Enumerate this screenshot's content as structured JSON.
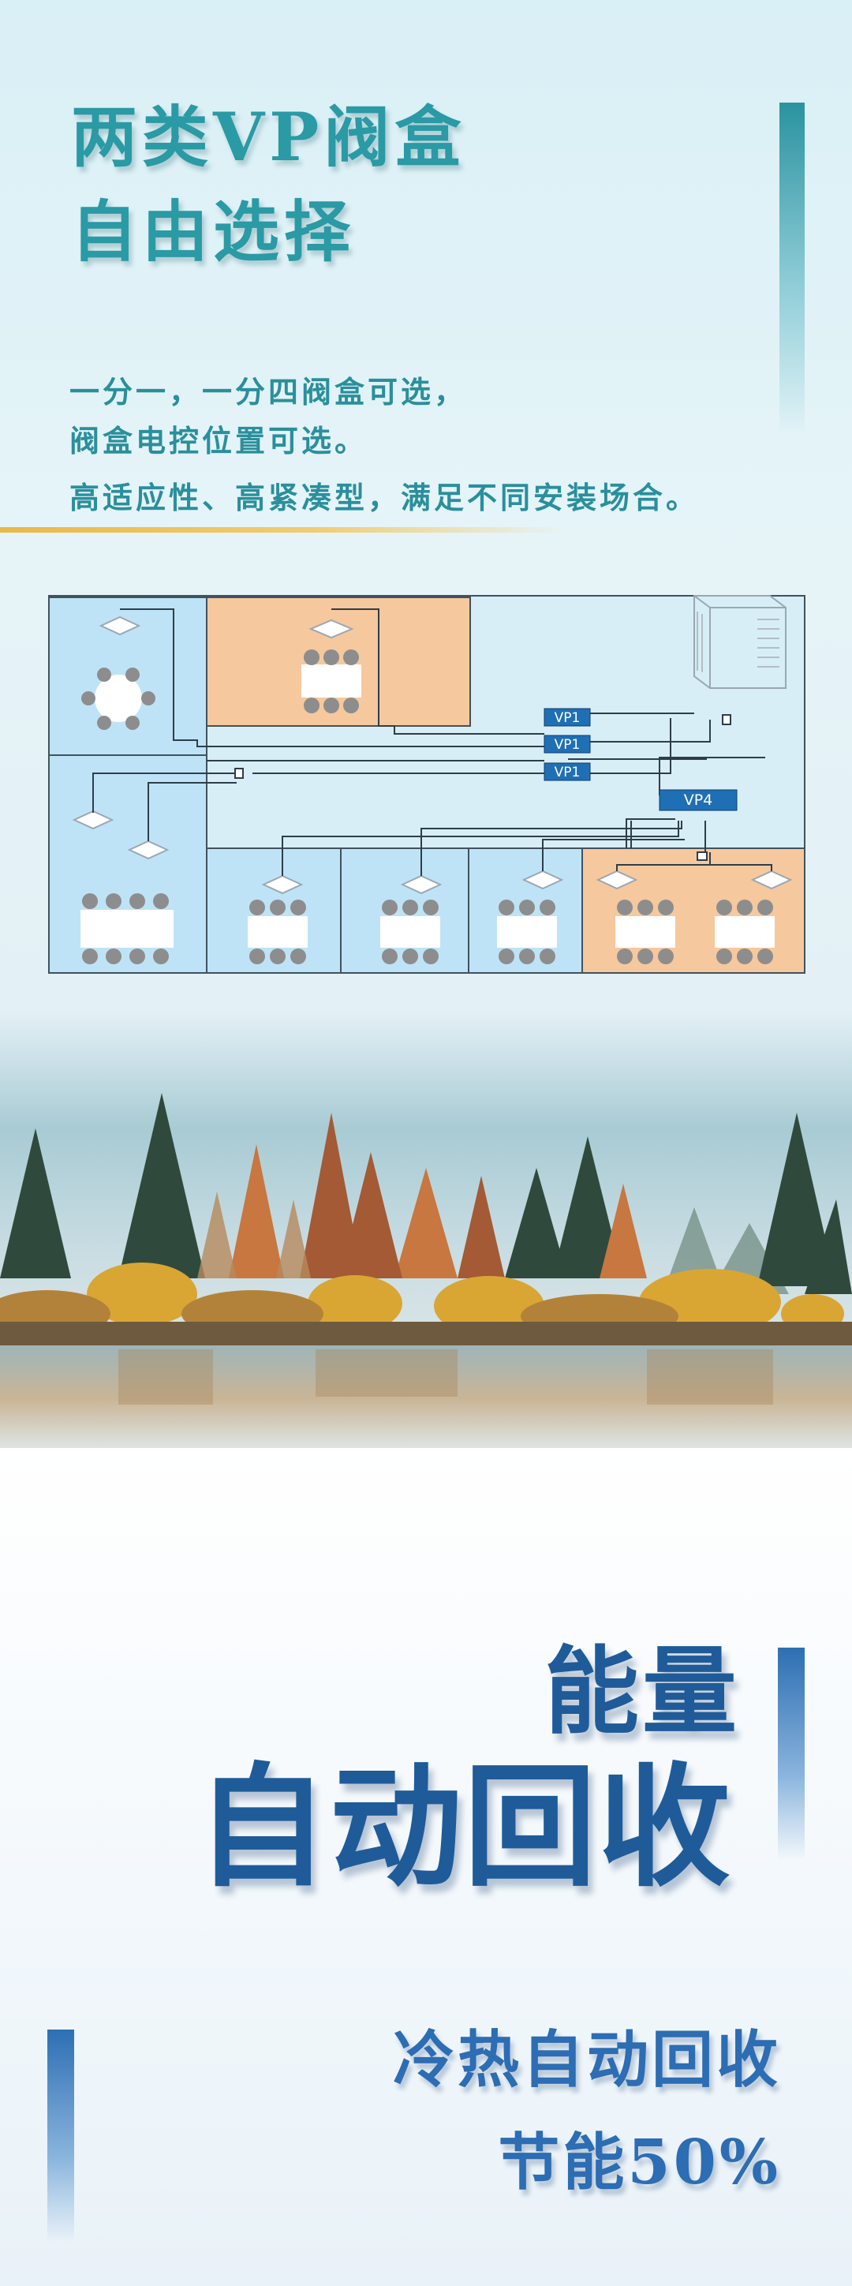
{
  "section1": {
    "title_line1": "两类VP阀盒",
    "title_line2": "自由选择",
    "desc_line1": "一分一，一分四阀盒可选，",
    "desc_line2": "阀盒电控位置可选。",
    "desc_line3": "高适应性、高紧凑型，满足不同安装场合。"
  },
  "diagram": {
    "labels": {
      "vp1": "VP1",
      "vp4": "VP4"
    }
  },
  "section3": {
    "heading_line1": "能量",
    "heading_line2": "自动回收",
    "sub_line1": "冷热自动回收",
    "sub_line2": "节能50%"
  },
  "colors": {
    "teal": "#2a9aa5",
    "blue": "#1f5b99",
    "room_blue": "#bfe3f6",
    "room_orange": "#f6c89e",
    "vp_box": "#1f6fb5",
    "gold": "#e8b94a"
  }
}
